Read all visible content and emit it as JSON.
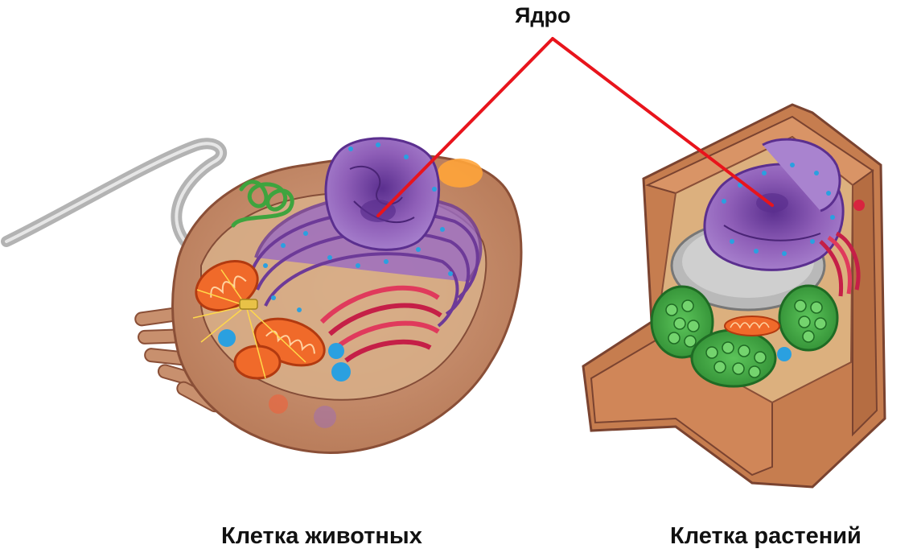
{
  "labels": {
    "nucleus": "Ядро",
    "animal_cell": "Клетка животных",
    "plant_cell": "Клетка растений"
  },
  "colors": {
    "pointer_line": "#e8141c",
    "cytoplasm": "#c8906e",
    "membrane": "#8a4f37",
    "nucleus": "#8f5fb8",
    "nucleolus": "#6d3a98",
    "mitochondria": "#f06a2a",
    "golgi": "#e03a5c",
    "chloroplast": "#3ea43e",
    "vacuole": "#b9b9b9",
    "cell_wall": "#c67d4f",
    "flagellum": "#b3b3b3",
    "ribosome": "#2aa0e0"
  }
}
